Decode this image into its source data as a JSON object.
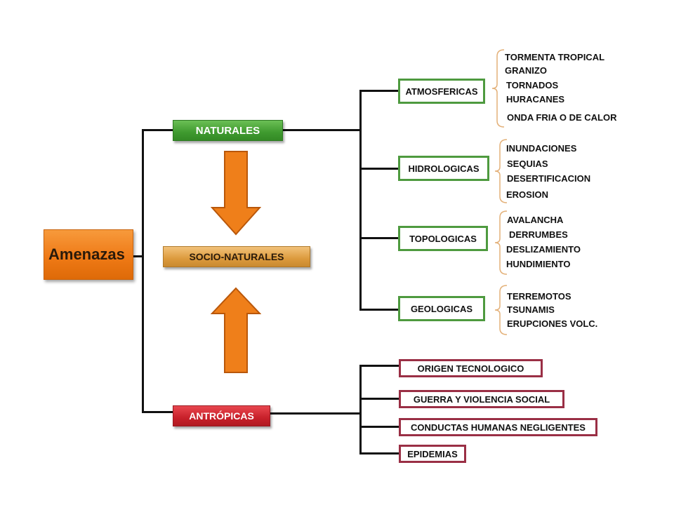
{
  "root": {
    "label": "Amenazas"
  },
  "naturales": {
    "label": "NATURALES",
    "groups": [
      {
        "label": "ATMOSFERICAS",
        "items": [
          "TORMENTA TROPICAL",
          "GRANIZO",
          "TORNADOS",
          "HURACANES",
          "ONDA FRIA O DE CALOR"
        ]
      },
      {
        "label": "HIDROLOGICAS",
        "items": [
          "INUNDACIONES",
          "SEQUIAS",
          "DESERTIFICACION",
          "EROSION"
        ]
      },
      {
        "label": "TOPOLOGICAS",
        "items": [
          "AVALANCHA",
          "DERRUMBES",
          "DESLIZAMIENTO",
          "HUNDIMIENTO"
        ]
      },
      {
        "label": "GEOLOGICAS",
        "items": [
          "TERREMOTOS",
          "TSUNAMIS",
          "ERUPCIONES VOLC."
        ]
      }
    ]
  },
  "socio_naturales": {
    "label": "SOCIO-NATURALES"
  },
  "antropicas": {
    "label": "ANTRÓPICAS",
    "items": [
      "ORIGEN TECNOLOGICO",
      "GUERRA Y VIOLENCIA SOCIAL",
      "CONDUCTAS HUMANAS NEGLIGENTES",
      "EPIDEMIAS"
    ]
  },
  "colors": {
    "natural": "#4e9a3f",
    "socio": "#dc9a3d",
    "antropica": "#c8202a",
    "root": "#ef7a16",
    "arrow": "#ef7f1a"
  }
}
